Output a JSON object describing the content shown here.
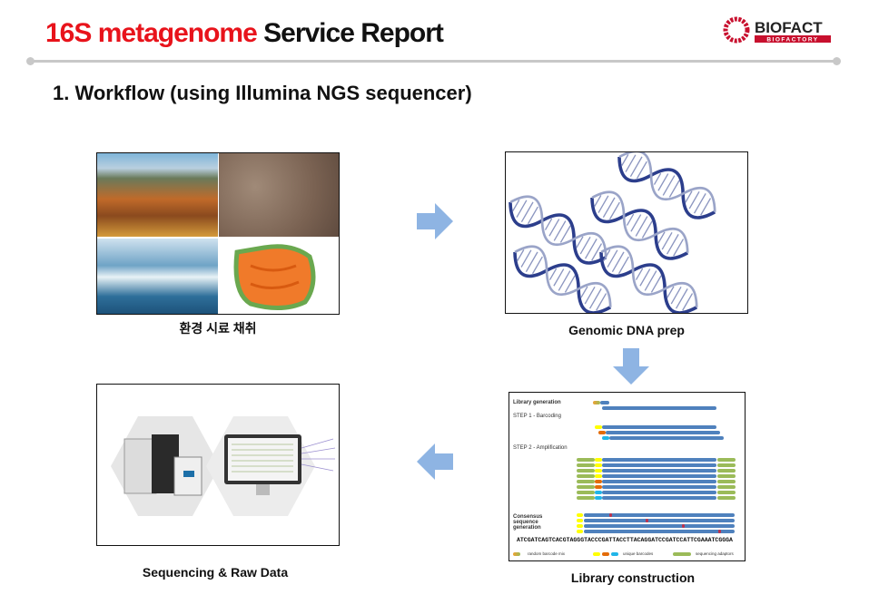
{
  "header": {
    "title_red": "16S metagenome",
    "title_black": "Service Report",
    "logo_text": "BIOFACT",
    "logo_subtext": "BIOFACTORY"
  },
  "section": {
    "heading": "1.  Workflow (using Illumina NGS sequencer)"
  },
  "steps": [
    {
      "caption": "환경 시료 채취"
    },
    {
      "caption": "Genomic DNA prep"
    },
    {
      "caption": "Library construction"
    },
    {
      "caption": "Sequencing & Raw Data"
    }
  ],
  "library_diagram": {
    "library_generation": "Library generation",
    "step1": "STEP 1 - Barcoding",
    "step2": "STEP 2 - Amplification",
    "consensus": "Consensus sequence generation",
    "consensus_seq": "ATCGATCAGTCACGTAGGGTACCCGATTACCTTACAGGATCCGATCCATTCGAAATCGGGA",
    "legend": [
      "random barcode mix",
      "unique barcodes",
      "sequencing adaptors"
    ]
  },
  "colors": {
    "accent_red": "#e8131b",
    "arrow": "#8eb4e3",
    "strand": "#4f81bd"
  }
}
